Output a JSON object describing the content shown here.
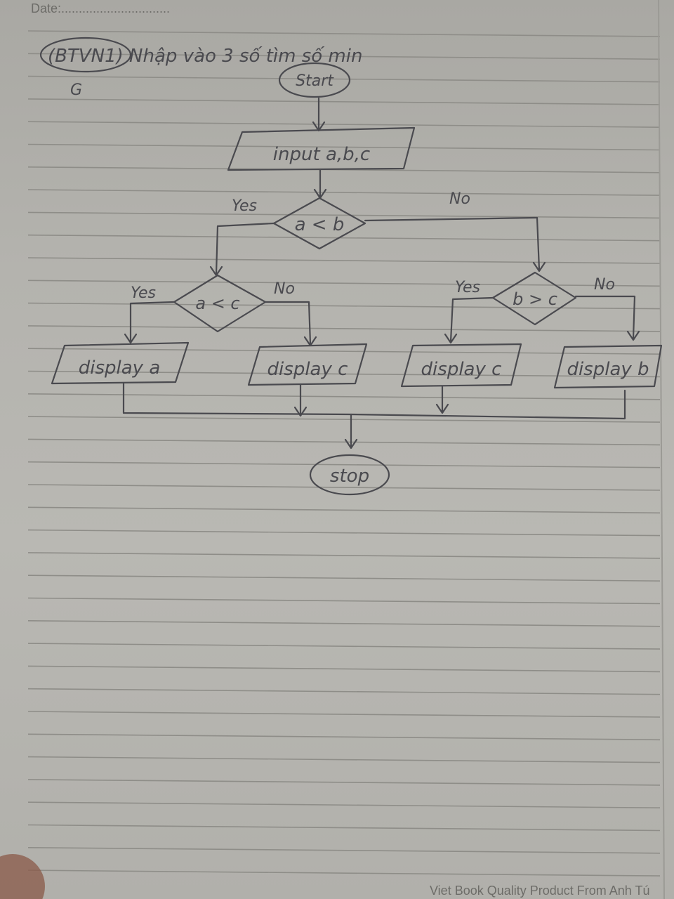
{
  "header": {
    "date_label": "Date:...............................",
    "title": "(BTVN1) Nhập vào 3 số tìm số min",
    "margin_note": "G"
  },
  "flowchart": {
    "start": "Start",
    "input": "input a,b,c",
    "decision_1": "a < b",
    "decision_1_yes": "Yes",
    "decision_1_no": "No",
    "decision_2": "a < c",
    "decision_2_yes": "Yes",
    "decision_2_no": "No",
    "decision_3": "b > c",
    "decision_3_yes": "Yes",
    "decision_3_no": "No",
    "output_1": "display a",
    "output_2": "display c",
    "output_3": "display c",
    "output_4": "display b",
    "stop": "stop"
  },
  "footer": {
    "brand": "Viet Book Quality Product From Anh Tú"
  }
}
